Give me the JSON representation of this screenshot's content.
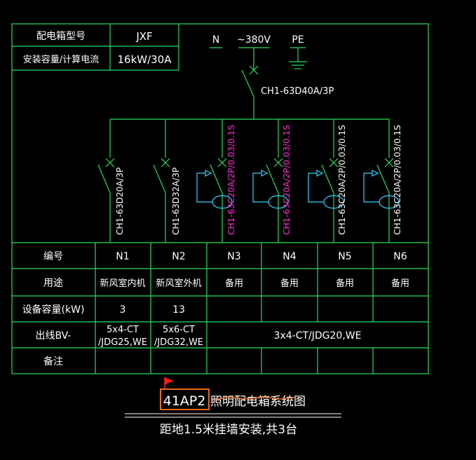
{
  "colors": {
    "line": "#23e05a",
    "text": "#ffffff",
    "magenta": "#ff2fd2",
    "cyan": "#30d6ff",
    "highlight": "#e86a1c",
    "flag": "#ff1a1a",
    "background": "#000000"
  },
  "info_table": {
    "row1_label": "配电箱型号",
    "row1_value": "JXF",
    "row2_label": "安装容量/计算电流",
    "row2_value": "16kW/30A"
  },
  "supply": {
    "n_label": "N",
    "voltage_label": "~380V",
    "pe_label": "PE",
    "main_breaker": "CH1-63D40A/3P"
  },
  "branches": [
    {
      "id": "N1",
      "breaker": "CH1-63D20A/3P",
      "usage": "新风室内机",
      "capacity": "3",
      "cable_line1": "5x4-CT",
      "cable_line2": "/JDG25,WE",
      "note": ""
    },
    {
      "id": "N2",
      "breaker": "CH1-63D32A/3P",
      "usage": "新风室外机",
      "capacity": "13",
      "cable_line1": "5x6-CT",
      "cable_line2": "/JDG32,WE",
      "note": ""
    },
    {
      "id": "N3",
      "breaker": "CH1-63C20A/2P/0.03/0.1S",
      "usage": "备用",
      "capacity": "",
      "note": ""
    },
    {
      "id": "N4",
      "breaker": "CH1-63C20A/2P/0.03/0.1S",
      "usage": "备用",
      "capacity": "",
      "note": ""
    },
    {
      "id": "N5",
      "breaker": "CH1-63C20A/2P/0.03/0.1S",
      "usage": "备用",
      "capacity": "",
      "note": ""
    },
    {
      "id": "N6",
      "breaker": "CH1-63C20A/2P/0.03/0.1S",
      "usage": "备用",
      "capacity": "",
      "note": ""
    }
  ],
  "row_labels": {
    "number": "编号",
    "usage": "用途",
    "capacity": "设备容量(kW)",
    "cable": "出线BV-",
    "note": "备注"
  },
  "merged_cable": "3x4-CT/JDG20,WE",
  "title": {
    "code": "41AP2",
    "name": "照明配电箱系统图",
    "subtitle": "距地1.5米挂墙安装,共3台"
  }
}
